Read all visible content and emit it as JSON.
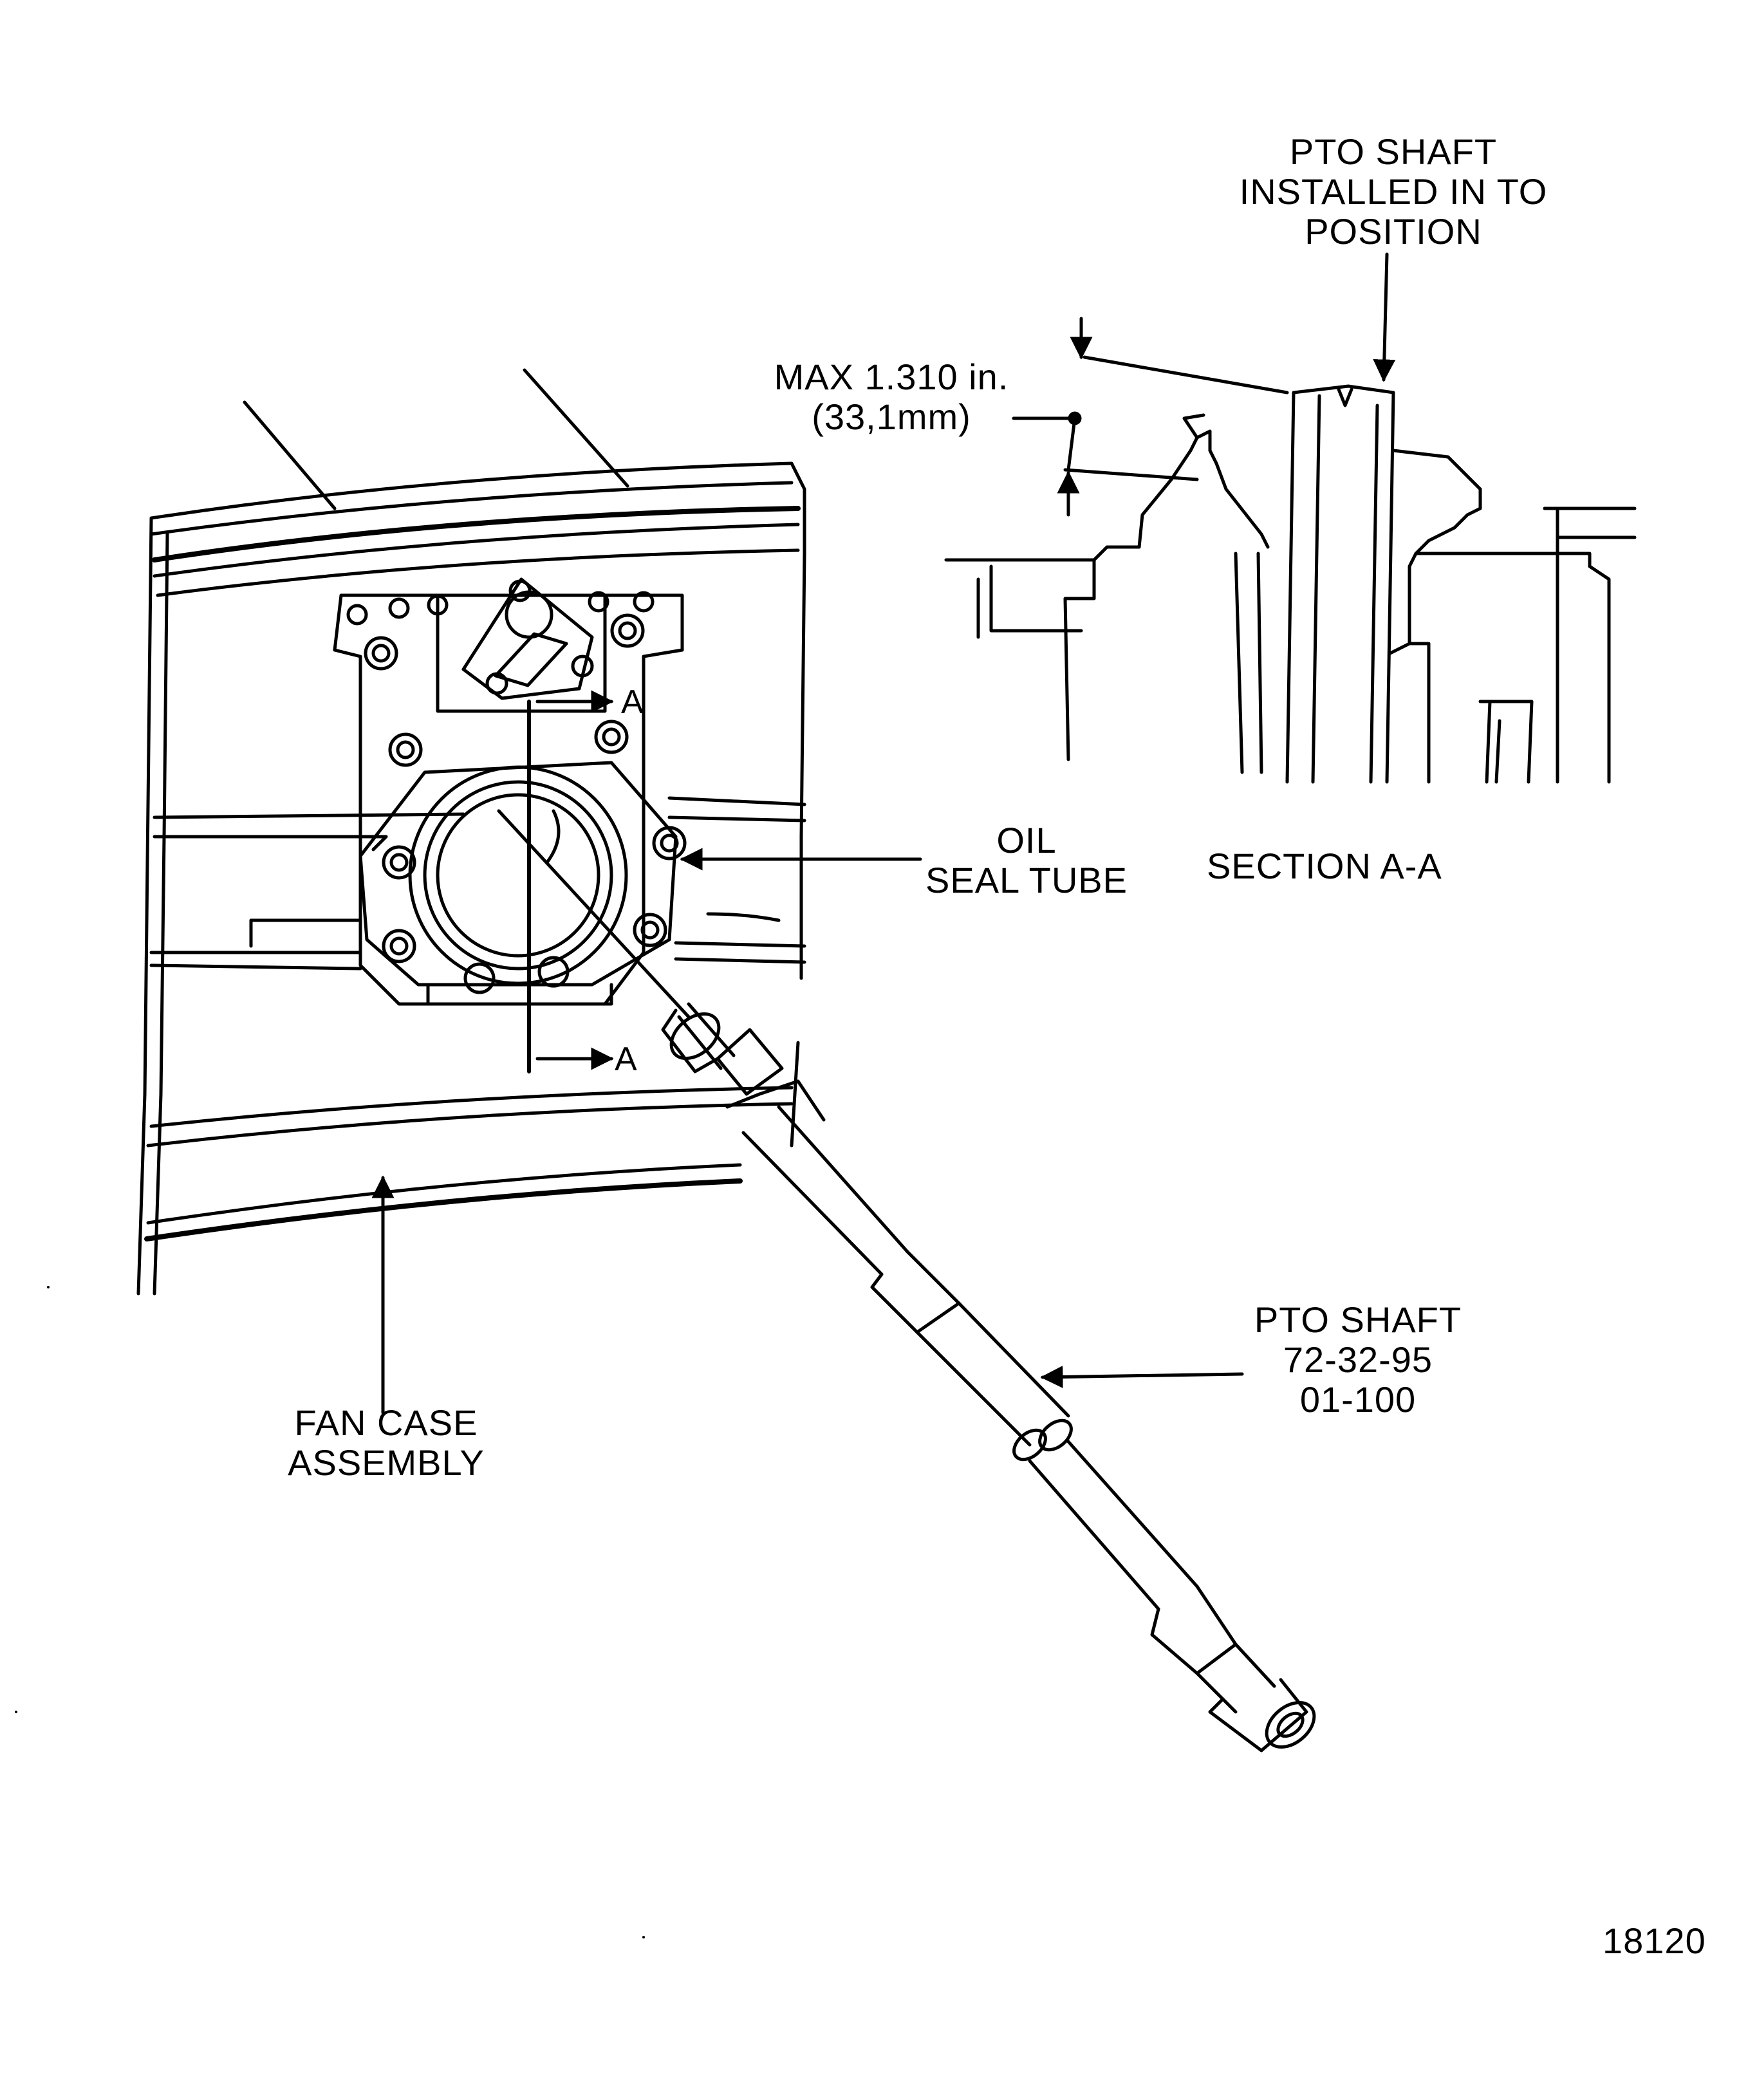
{
  "labels": {
    "pto_installed": {
      "line1": "PTO  SHAFT",
      "line2": "INSTALLED  IN  TO",
      "line3": "POSITION"
    },
    "max_dim": {
      "line1": "MAX  1.310 in.",
      "line2": "(33,1mm)"
    },
    "oil_seal": {
      "line1": "OIL",
      "line2": "SEAL  TUBE"
    },
    "section": "SECTION  A-A",
    "section_marker_upper": "A",
    "section_marker_lower": "A",
    "pto_shaft": {
      "line1": "PTO  SHAFT",
      "line2": "72-32-95",
      "line3": "01-100"
    },
    "fan_case": {
      "line1": "FAN  CASE",
      "line2": "ASSEMBLY"
    },
    "figure_number": "18120"
  }
}
